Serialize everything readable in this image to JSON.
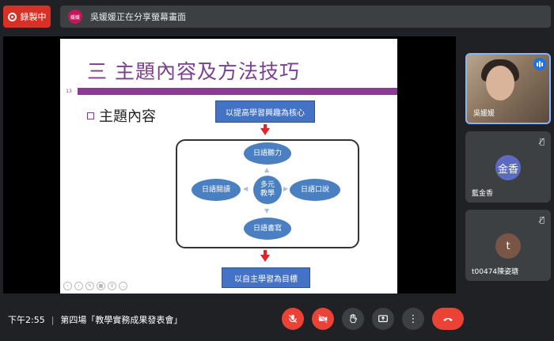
{
  "recording": {
    "label": "錄製中"
  },
  "share_banner": {
    "avatar_text": "媛媛",
    "text": "吳媛媛正在分享螢幕畫面"
  },
  "slide": {
    "title": "三 主題內容及方法技巧",
    "page_number": "13",
    "subheading": "主題內容",
    "top_box": "以提高學習興趣為核心",
    "bottom_box": "以自主學習為目標",
    "cycle": {
      "top": "日語聽力",
      "left": "日語閱讀",
      "center": "多元\n教學",
      "right": "日語口說",
      "bottom": "日語書寫"
    }
  },
  "participants": [
    {
      "name": "吳媛媛",
      "speaking": true
    },
    {
      "name": "藍金香",
      "avatar_text": "金香",
      "avatar_color": "#5c6bc0",
      "muted": true
    },
    {
      "name": "t00474陳姿瑭",
      "avatar_text": "t",
      "avatar_color": "#795548",
      "muted": true
    }
  ],
  "bottom_bar": {
    "time": "下午2:55",
    "separator": "|",
    "meeting_title": "第四場「教學實務成果發表會」"
  },
  "colors": {
    "accent": "#1a73e8",
    "danger": "#ea4335",
    "slide_purple": "#8b3a95",
    "flow_blue": "#4472c4"
  }
}
